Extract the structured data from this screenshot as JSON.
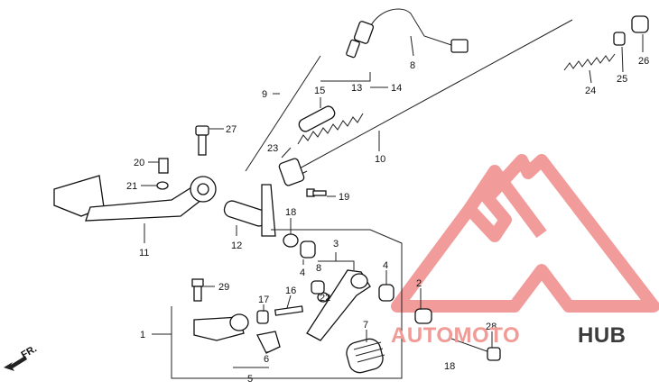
{
  "diagram": {
    "callouts": [
      {
        "id": "c8",
        "text": "8"
      },
      {
        "id": "c26",
        "text": "26"
      },
      {
        "id": "c24",
        "text": "24"
      },
      {
        "id": "c25",
        "text": "25"
      },
      {
        "id": "c9",
        "text": "9"
      },
      {
        "id": "c15",
        "text": "15"
      },
      {
        "id": "c13",
        "text": "13"
      },
      {
        "id": "c14",
        "text": "14"
      },
      {
        "id": "c27",
        "text": "27"
      },
      {
        "id": "c23",
        "text": "23"
      },
      {
        "id": "c10",
        "text": "10"
      },
      {
        "id": "c20",
        "text": "20"
      },
      {
        "id": "c21",
        "text": "21"
      },
      {
        "id": "c19",
        "text": "19"
      },
      {
        "id": "c18a",
        "text": "18"
      },
      {
        "id": "c11",
        "text": "11"
      },
      {
        "id": "c12",
        "text": "12"
      },
      {
        "id": "c3",
        "text": "3"
      },
      {
        "id": "c4a",
        "text": "4"
      },
      {
        "id": "c8b",
        "text": "8"
      },
      {
        "id": "c4b",
        "text": "4"
      },
      {
        "id": "c29",
        "text": "29"
      },
      {
        "id": "c22",
        "text": "22"
      },
      {
        "id": "c17",
        "text": "17"
      },
      {
        "id": "c16",
        "text": "16"
      },
      {
        "id": "c2",
        "text": "2"
      },
      {
        "id": "c1",
        "text": "1"
      },
      {
        "id": "c7",
        "text": "7"
      },
      {
        "id": "c28",
        "text": "28"
      },
      {
        "id": "c6",
        "text": "6"
      },
      {
        "id": "c18b",
        "text": "18"
      },
      {
        "id": "c5",
        "text": "5"
      }
    ],
    "direction_label": "FR."
  },
  "watermark": {
    "brand_left": "AUTOMOTO",
    "brand_right": "HUB",
    "colors": {
      "logo": "#f08a8a",
      "brand_left": "#f19b96",
      "brand_right": "#3c3c3c"
    }
  }
}
